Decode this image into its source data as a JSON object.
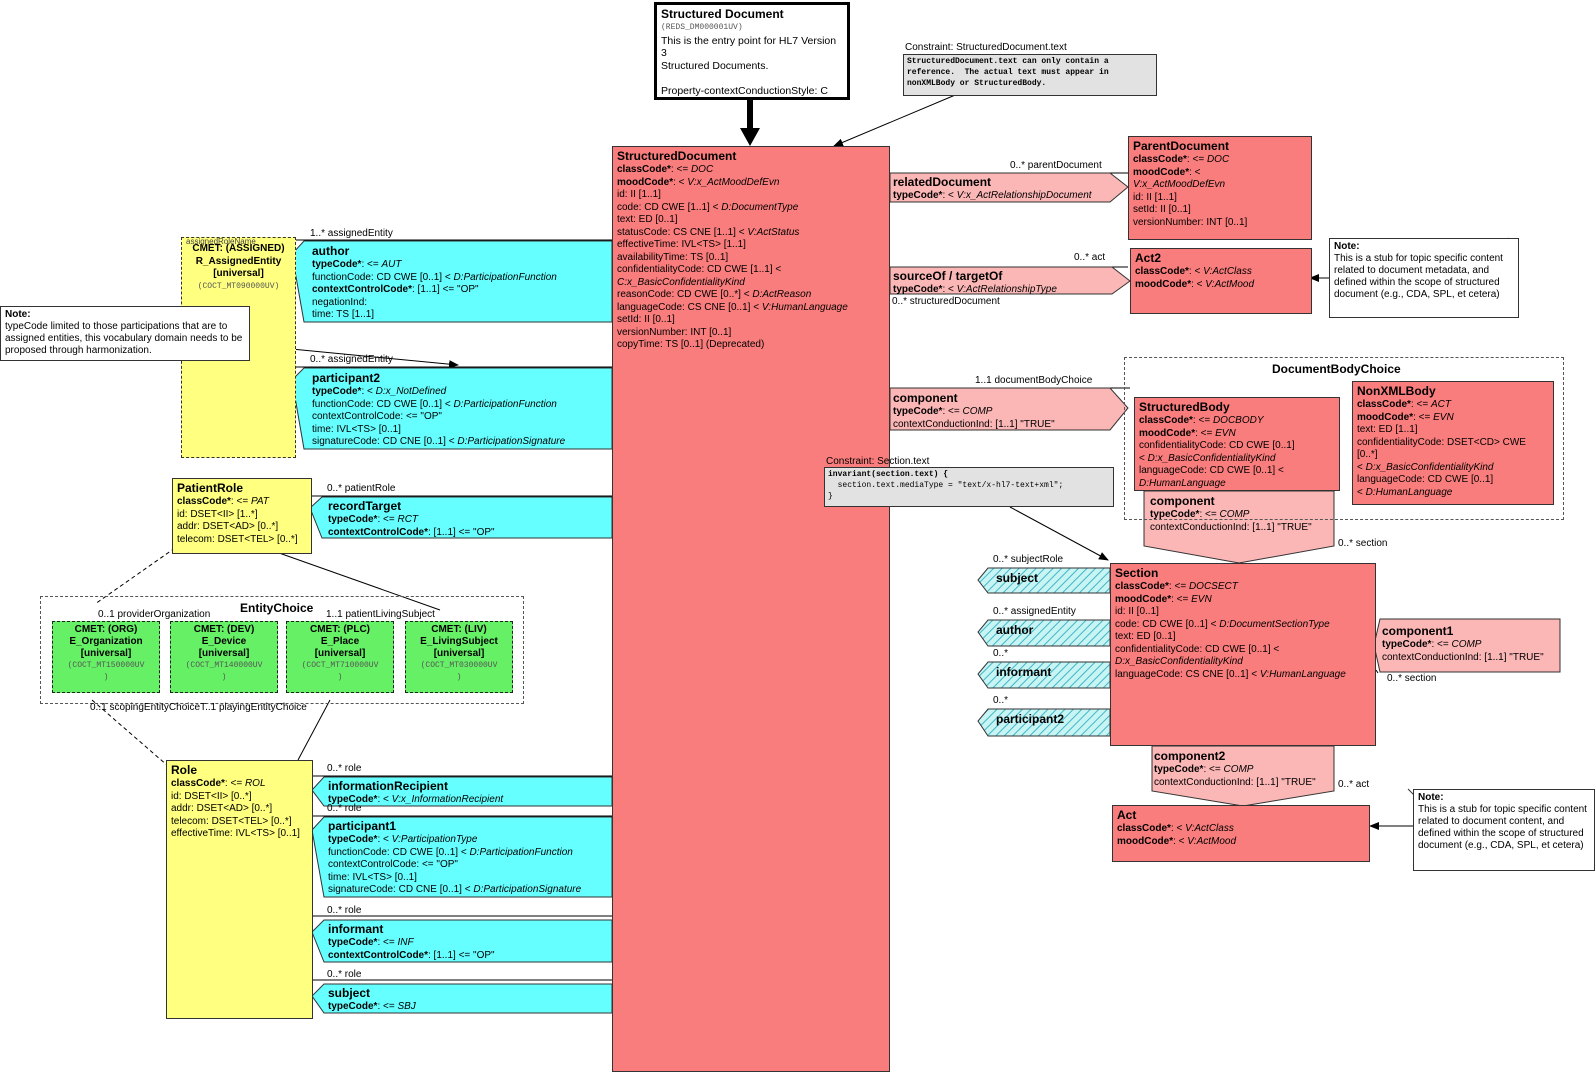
{
  "entry": {
    "title": "Structured Document",
    "code": "(REDS_DM000001UV)",
    "lines": [
      "This is the entry point for HL7 Version",
      "3",
      "Structured Documents.",
      "",
      "Property-contextConductionStyle: C"
    ]
  },
  "constraint_doc": {
    "caption": "Constraint: StructuredDocument.text",
    "lines": [
      "StructuredDocument.text can only contain a",
      "reference.  The actual text must appear in",
      "nonXMLBody or StructuredBody."
    ]
  },
  "constraint_section": {
    "caption": "Constraint: Section.text",
    "lines": [
      "invariant(section.text) {",
      "  section.text.mediaType = \"text/x-hl7-text+xml\";",
      "}"
    ]
  },
  "structured_document": {
    "title": "StructuredDocument",
    "lines": [
      {
        "k": "classCode*",
        "r": ": <= ",
        "v": "DOC"
      },
      {
        "k": "moodCode*",
        "r": ": < ",
        "v": "V:x_ActMoodDefEvn"
      },
      {
        "t": "id: II [1..1]"
      },
      {
        "t": "code: CD CWE [1..1] < ",
        "v": "D:DocumentType"
      },
      {
        "t": "text: ED [0..1]"
      },
      {
        "t": "statusCode: CS CNE [1..1] < ",
        "v": "V:ActStatus"
      },
      {
        "t": "effectiveTime: IVL<TS> [1..1]"
      },
      {
        "t": "availabilityTime: TS [0..1]"
      },
      {
        "t": "confidentialityCode: CD CWE [1..1] <"
      },
      {
        "v": "C:x_BasicConfidentialityKind"
      },
      {
        "t": "reasonCode: CD CWE [0..*] < ",
        "v": "D:ActReason"
      },
      {
        "t": "languageCode: CS CNE [0..1] < ",
        "v": "V:HumanLanguage"
      },
      {
        "t": "setId: II [0..1]"
      },
      {
        "t": "versionNumber: INT [0..1]"
      },
      {
        "t": "copyTime: TS [0..1] (Deprecated)"
      }
    ]
  },
  "parent_document": {
    "title": "ParentDocument",
    "lines": [
      {
        "k": "classCode*",
        "r": ": <= ",
        "v": "DOC"
      },
      {
        "k": "moodCode*",
        "r": ": <"
      },
      {
        "v": "V:x_ActMoodDefEvn"
      },
      {
        "t": "id: II [1..1]"
      },
      {
        "t": "setId: II [0..1]"
      },
      {
        "t": "versionNumber: INT [0..1]"
      }
    ]
  },
  "act2": {
    "title": "Act2",
    "lines": [
      {
        "k": "classCode*",
        "r": ": < ",
        "v": "V:ActClass"
      },
      {
        "k": "moodCode*",
        "r": ": < ",
        "v": "V:ActMood"
      }
    ]
  },
  "note_act2": {
    "heading": "Note:",
    "text": "This is a stub for topic specific content related to document metadata, and defined within the scope of structured document (e.g., CDA, SPL, et cetera)"
  },
  "related_document": {
    "title": "relatedDocument",
    "lines": [
      {
        "k": "typeCode*",
        "r": ": < ",
        "v": "V:x_ActRelationshipDocument"
      }
    ],
    "label_top": "0..* parentDocument"
  },
  "source_of": {
    "title": "sourceOf / targetOf",
    "lines": [
      {
        "k": "typeCode*",
        "r": ": < ",
        "v": "V:ActRelationshipType"
      }
    ],
    "label_top": "0..* act",
    "label_bottom": "0..* structuredDocument"
  },
  "component_main": {
    "title": "component",
    "lines": [
      {
        "k": "typeCode*",
        "r": ": <= ",
        "v": "COMP"
      },
      {
        "t": "contextConductionInd: [1..1] \"TRUE\""
      }
    ],
    "label_top": "1..1 documentBodyChoice"
  },
  "body_choice": {
    "title": "DocumentBodyChoice"
  },
  "structured_body": {
    "title": "StructuredBody",
    "lines": [
      {
        "k": "classCode*",
        "r": ": <= ",
        "v": "DOCBODY"
      },
      {
        "k": "moodCode*",
        "r": ": <= ",
        "v": "EVN"
      },
      {
        "t": "confidentialityCode: CD CWE [0..1]"
      },
      {
        "t": " < ",
        "v": "D:x_BasicConfidentialityKind"
      },
      {
        "t": "languageCode: CD CWE [0..1] <"
      },
      {
        "v": "D:HumanLanguage"
      }
    ]
  },
  "non_xml_body": {
    "title": "NonXMLBody",
    "lines": [
      {
        "k": "classCode*",
        "r": ": <= ",
        "v": "ACT"
      },
      {
        "k": "moodCode*",
        "r": ": <= ",
        "v": "EVN"
      },
      {
        "t": "text: ED [1..1]"
      },
      {
        "t": "confidentialityCode: DSET<CD> CWE"
      },
      {
        "t": "[0..*]"
      },
      {
        "t": " < ",
        "v": "D:x_BasicConfidentialityKind"
      },
      {
        "t": "languageCode: CD CWE [0..1]"
      },
      {
        "t": " < ",
        "v": "D:HumanLanguage"
      }
    ]
  },
  "component_body": {
    "title": "component",
    "lines": [
      {
        "k": "typeCode*",
        "r": ": <= ",
        "v": "COMP"
      },
      {
        "t": "contextConductionInd: [1..1] \"TRUE\""
      }
    ],
    "label_bottom": "0..* section"
  },
  "section": {
    "title": "Section",
    "lines": [
      {
        "k": "classCode*",
        "r": ": <= ",
        "v": "DOCSECT"
      },
      {
        "k": "moodCode*",
        "r": ": <= ",
        "v": "EVN"
      },
      {
        "t": "id: II [0..1]"
      },
      {
        "t": "code: CD CWE [0..1] < ",
        "v": "D:DocumentSectionType"
      },
      {
        "t": "text: ED [0..1]"
      },
      {
        "t": "confidentialityCode: CD CWE [0..1] <"
      },
      {
        "v": "D:x_BasicConfidentialityKind"
      },
      {
        "t": "languageCode: CS CNE [0..1] < ",
        "v": "V:HumanLanguage"
      }
    ]
  },
  "section_stubs": [
    {
      "title": "subject",
      "label": "0..* subjectRole"
    },
    {
      "title": "author",
      "label": "0..* assignedEntity"
    },
    {
      "title": "informant",
      "label": "0..*"
    },
    {
      "title": "participant2",
      "label": "0..*"
    }
  ],
  "component1": {
    "title": "component1",
    "lines": [
      {
        "k": "typeCode*",
        "r": ": <= ",
        "v": "COMP"
      },
      {
        "t": "contextConductionInd: [1..1] \"TRUE\""
      }
    ],
    "label_bottom": "0..* section"
  },
  "component2": {
    "title": "component2",
    "lines": [
      {
        "k": "typeCode*",
        "r": ": <= ",
        "v": "COMP"
      },
      {
        "t": "contextConductionInd: [1..1] \"TRUE\""
      }
    ],
    "label_bottom": "0..* act"
  },
  "act": {
    "title": "Act",
    "lines": [
      {
        "k": "classCode*",
        "r": ": < ",
        "v": "V:ActClass"
      },
      {
        "k": "moodCode*",
        "r": ": < ",
        "v": "V:ActMood"
      }
    ]
  },
  "note_act": {
    "heading": "Note:",
    "text": "This is a stub for topic specific content related to document content, and defined within the scope of structured document (e.g., CDA, SPL, et cetera)"
  },
  "assigned_entity": {
    "role_name": "assignedRoleName",
    "title": "CMET: (ASSIGNED)",
    "name": "R_AssignedEntity",
    "scope": "[universal]",
    "code": "(COCT_MT090000UV)"
  },
  "note_typecode": {
    "heading": "Note:",
    "text": "typeCode limited to those participations that are to assigned entities, this vocabulary domain needs to be proposed through harmonization."
  },
  "author": {
    "title": "author",
    "label_top": "1..* assignedEntity",
    "lines": [
      {
        "k": "typeCode*",
        "r": ": <= ",
        "v": "AUT"
      },
      {
        "t": "functionCode: CD CWE [0..1] < ",
        "v": "D:ParticipationFunction"
      },
      {
        "k": "contextControlCode*",
        "r": ": [1..1] <= \"OP\""
      },
      {
        "t": "negationInd:"
      },
      {
        "t": "time: TS [1..1]"
      }
    ]
  },
  "participant2": {
    "title": "participant2",
    "label_top": "0..* assignedEntity",
    "lines": [
      {
        "k": "typeCode*",
        "r": ": < ",
        "v": "D:x_NotDefined"
      },
      {
        "t": "functionCode: CD CWE [0..1] < ",
        "v": "D:ParticipationFunction"
      },
      {
        "t": "contextControlCode: <= \"OP\""
      },
      {
        "t": "time: IVL<TS> [0..1]"
      },
      {
        "t": "signatureCode: CD CNE [0..1] < ",
        "v": "D:ParticipationSignature"
      }
    ]
  },
  "patient_role": {
    "title": "PatientRole",
    "lines": [
      {
        "k": "classCode*",
        "r": ": <= ",
        "v": "PAT"
      },
      {
        "t": "id: DSET<II> [1..*]"
      },
      {
        "t": "addr: DSET<AD> [0..*]"
      },
      {
        "t": "telecom: DSET<TEL> [0..*]"
      }
    ]
  },
  "record_target": {
    "title": "recordTarget",
    "label_top": "0..* patientRole",
    "lines": [
      {
        "k": "typeCode*",
        "r": ": <= ",
        "v": "RCT"
      },
      {
        "k": "contextControlCode*",
        "r": ": [1..1] <= \"OP\""
      }
    ]
  },
  "entity_choice": {
    "title": "EntityChoice",
    "label_left": "0..1 providerOrganization",
    "label_right": "1..1 patientLivingSubject",
    "label_bottom": "0..1 scopingEntityChoiceT..1 playingEntityChoice",
    "cmets": [
      {
        "title": "CMET: (ORG)",
        "name": "E_Organization",
        "scope": "[universal]",
        "code": "(COCT_MT150000UV",
        "close": ")"
      },
      {
        "title": "CMET: (DEV)",
        "name": "E_Device",
        "scope": "[universal]",
        "code": "(COCT_MT140000UV",
        "close": ")"
      },
      {
        "title": "CMET: (PLC)",
        "name": "E_Place",
        "scope": "[universal]",
        "code": "(COCT_MT710000UV",
        "close": ")"
      },
      {
        "title": "CMET: (LIV)",
        "name": "E_LivingSubject",
        "scope": "[universal]",
        "code": "(COCT_MT030000UV",
        "close": ")"
      }
    ]
  },
  "role": {
    "title": "Role",
    "lines": [
      {
        "k": "classCode*",
        "r": ": <= ",
        "v": "ROL"
      },
      {
        "t": "id: DSET<II> [0..*]"
      },
      {
        "t": "addr: DSET<AD> [0..*]"
      },
      {
        "t": "telecom: DSET<TEL> [0..*]"
      },
      {
        "t": "effectiveTime: IVL<TS> [0..1]"
      }
    ]
  },
  "information_recipient": {
    "title": "informationRecipient",
    "label_top": "0..* role",
    "lines": [
      {
        "k": "typeCode*",
        "r": ": < ",
        "v": "V:x_InformationRecipient"
      }
    ]
  },
  "participant1": {
    "title": "participant1",
    "label_top": "0..* role",
    "lines": [
      {
        "k": "typeCode*",
        "r": ": < ",
        "v": "V:ParticipationType"
      },
      {
        "t": "functionCode: CD CWE [0..1] < ",
        "v": "D:ParticipationFunction"
      },
      {
        "t": "contextControlCode: <= \"OP\""
      },
      {
        "t": "time: IVL<TS> [0..1]"
      },
      {
        "t": "signatureCode: CD CNE [0..1] < ",
        "v": "D:ParticipationSignature"
      }
    ]
  },
  "informant": {
    "title": "informant",
    "label_top": "0..* role",
    "lines": [
      {
        "k": "typeCode*",
        "r": ": <= ",
        "v": "INF"
      },
      {
        "k": "contextControlCode*",
        "r": ": [1..1] <= \"OP\""
      }
    ]
  },
  "subject": {
    "title": "subject",
    "label_top": "0..* role",
    "lines": [
      {
        "k": "typeCode*",
        "r": ": <= ",
        "v": "SBJ"
      }
    ]
  },
  "colors": {
    "act_red": "#fa7d7d",
    "relationship_pink": "#fbb6b6",
    "participation_cyan": "#66ffff",
    "role_yellow": "#ffff80",
    "entity_green": "#66f066"
  }
}
